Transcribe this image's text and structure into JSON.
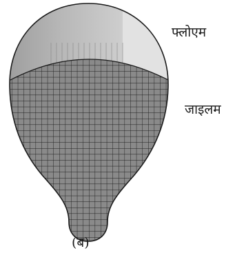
{
  "labels": {
    "phloem": "फ्लोएम",
    "xylem": "जाइलम",
    "caption": "(ब)"
  },
  "colors": {
    "phloem_light": "#e6e6e6",
    "phloem_mid": "#c4c4c4",
    "phloem_dark": "#a0a0a0",
    "xylem_fill": "#8a8a8a",
    "grid_line": "#1a1a1a",
    "outline": "#1a1a1a"
  }
}
